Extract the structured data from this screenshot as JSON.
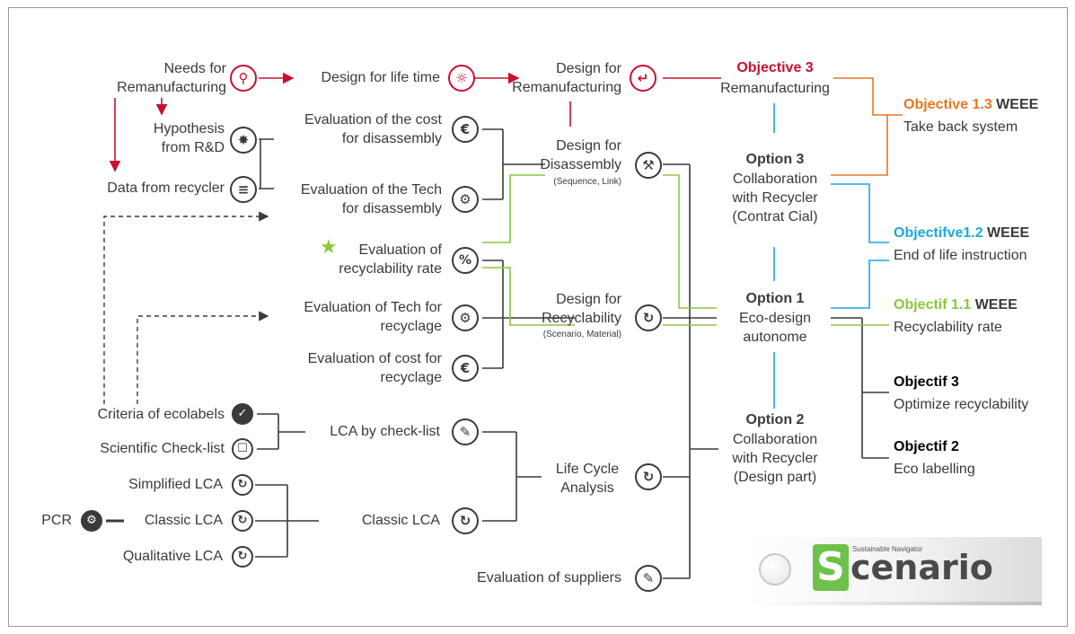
{
  "colors": {
    "red": "#c8102e",
    "blue": "#1ea7e0",
    "green": "#8cc63f",
    "orange": "#e87722",
    "dark": "#3a3a3a"
  },
  "left": {
    "needs_remanufacturing": "Needs for\nRemanufacturing",
    "design_life_time": "Design for life time",
    "hypothesis": "Hypothesis\nfrom R&D",
    "data_recycler": "Data from recycler",
    "eval_cost_disassembly": "Evaluation of the cost\nfor disassembly",
    "eval_tech_disassembly": "Evaluation of the Tech\nfor disassembly",
    "eval_recyclability": "Evaluation of\nrecyclability rate",
    "eval_tech_recyclage": "Evaluation  of Tech for\nrecyclage",
    "eval_cost_recyclage": "Evaluation  of cost for\nrecyclage",
    "criteria_ecolabels": "Criteria of ecolabels",
    "scientific_checklist": "Scientific Check-list",
    "lca_checklist": "LCA by check-list",
    "simplified_lca": "Simplified LCA",
    "pcr": "PCR",
    "classic_lca_left": "Classic LCA",
    "qualitative_lca": "Qualitative LCA",
    "classic_lca_mid": "Classic LCA"
  },
  "middle": {
    "design_remanufacturing": "Design for\nRemanufacturing",
    "design_disassembly": "Design for\nDisassembly",
    "design_disassembly_sub": "(Sequence, Link)",
    "design_recyclability": "Design for\nRecyclability",
    "design_recyclability_sub": "(Scenario, Material)",
    "lca": "Life Cycle\nAnalysis",
    "eval_suppliers": "Evaluation of suppliers"
  },
  "options": {
    "objective3_title": "Objective 3",
    "objective3_text": "Remanufacturing",
    "option3_title": "Option 3",
    "option3_text": "Collaboration\nwith Recycler\n(Contrat Cial)",
    "option1_title": "Option 1",
    "option1_text": "Eco-design\nautonome",
    "option2_title": "Option 2",
    "option2_text": "Collaboration\nwith Recycler\n(Design part)"
  },
  "objectives": {
    "o13_key": "Objective 1.3",
    "o13_weee": " WEEE",
    "o13_text": "Take back system",
    "o12_key": "Objectifve1.2",
    "o12_weee": " WEEE",
    "o12_text": "End of life instruction",
    "o11_key": "Objectif 1.1",
    "o11_weee": " WEEE",
    "o11_text": "Recyclability rate",
    "o3_key": "Objectif 3",
    "o3_text": "Optimize recyclability",
    "o2_key": "Objectif 2",
    "o2_text": "Eco labelling"
  },
  "logo": {
    "tagline": "Sustainable Navigator",
    "letter": "S",
    "word": "cenario"
  },
  "icons": {
    "needs": "search-icon",
    "life_time": "lightbulb-icon",
    "remanufacturing": "return-arrow-icon",
    "hypothesis": "pill-icon",
    "data_recycler": "document-lines-icon",
    "euro": "euro-icon",
    "gears": "gears-icon",
    "percent": "percent-icon",
    "tools": "tools-icon",
    "recycle": "recycle-icon",
    "clipboard": "clipboard-icon",
    "cycle": "cycle-icon",
    "star": "star-icon"
  }
}
